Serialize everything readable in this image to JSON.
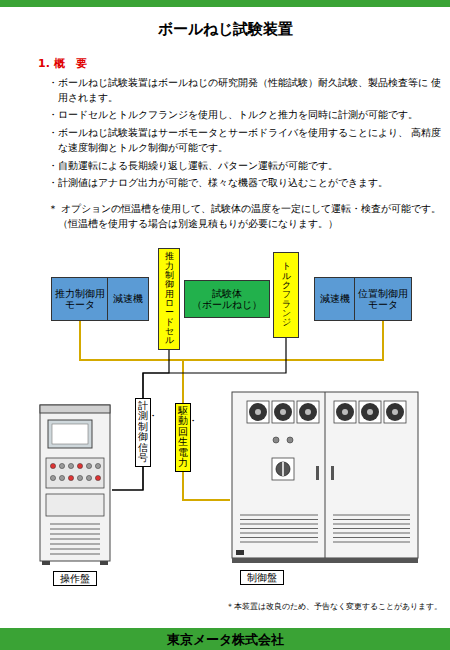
{
  "diagram": {
    "title": "ボールねじ試験装置",
    "nodes": [
      {
        "text": [
          "推力制御用 モータ"
        ]
      },
      {
        "text": [
          "減速機"
        ]
      },
      {
        "text": [
          "推力制御用ロードセル"
        ]
      },
      {
        "text": [
          "試験体 （ボールねじ）"
        ]
      },
      {
        "text": [
          "トルクフランジ"
        ]
      },
      {
        "text": [
          "減速機"
        ]
      },
      {
        "text": [
          "位置制御用 モータ"
        ]
      },
      {
        "text": [
          "操作盤"
        ]
      },
      {
        "text": [
          "制御盤"
        ]
      }
    ],
    "edges": [
      {
        "from": 0,
        "to": 8,
        "arrow": "none",
        "label": "駆動・回生電力"
      },
      {
        "from": 6,
        "to": 8,
        "arrow": "none"
      },
      {
        "from": 2,
        "to": 7,
        "arrow": "none",
        "label": "計測・制御信号"
      },
      {
        "from": 4,
        "to": 7,
        "arrow": "none"
      }
    ],
    "labels": [
      "1. 概　要",
      "・ボールねじ試験装置はボールねじの研究開発（性能試験）耐久試験、製品検査等に 使用されます。",
      "・ロードセルとトルクフランジを使用し、トルクと推力を同時に計測が可能です。",
      "・ボールねじ試験装置はサーボモータとサーボドライバを使用することにより、 高精度な速度制御とトルク制御が可能です。",
      "・自動運転による長期繰り返し運転、パターン運転が可能です。",
      "・計測値はアナログ出力が可能で、様々な機器で取り込むことができます。",
      "＊ オプションの恒温槽を使用して、試験体の温度を一定にして運転・検査が可能です。 （恒温槽を使用する場合は別途見積もりが必要になります。）",
      "＊本装置は改良のため、予告なく変更することがあります。",
      "東京メータ株式会社"
    ]
  }
}
